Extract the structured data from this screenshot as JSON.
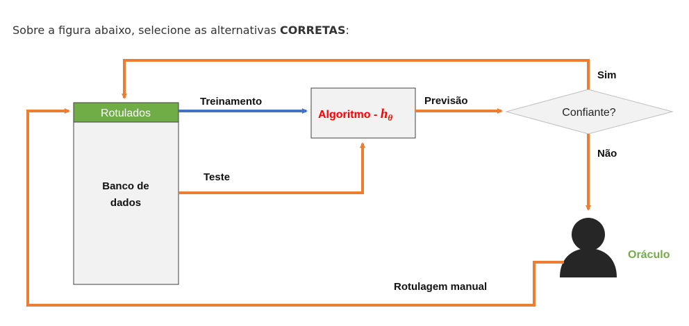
{
  "question": {
    "text_prefix": "Sobre a figura abaixo, selecione as alternativas ",
    "text_bold": "CORRETAS",
    "text_suffix": ":"
  },
  "diagram": {
    "db_header": "Rotulados",
    "db_body_line1": "Banco de",
    "db_body_line2": "dados",
    "algorithm_prefix": "Algoritmo - ",
    "algorithm_symbol": "h",
    "algorithm_subscript": "θ",
    "decision": "Confiante?",
    "edge_training": "Treinamento",
    "edge_test": "Teste",
    "edge_prediction": "Previsão",
    "edge_yes": "Sim",
    "edge_no": "Não",
    "edge_manual": "Rotulagem manual",
    "oracle": "Oráculo"
  },
  "colors": {
    "orange": "#ED7D31",
    "blue": "#4472C4",
    "green_header": "#70AD47",
    "algorithm_text": "#FF0000",
    "box_fill": "#F2F2F2",
    "oracle_text": "#70AD47",
    "person": "#262626"
  }
}
